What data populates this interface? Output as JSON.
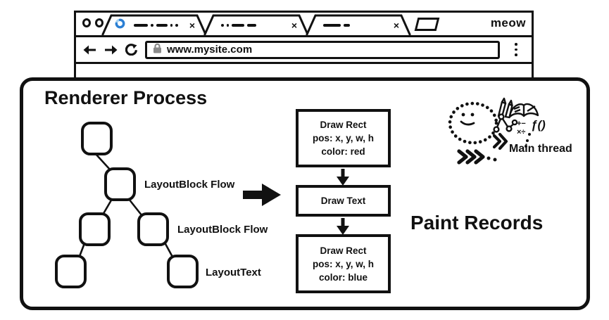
{
  "browser": {
    "brand": "meow",
    "url": "www.mysite.com",
    "tabs": [
      {
        "close": "×"
      },
      {
        "close": "×"
      },
      {
        "close": "×"
      }
    ]
  },
  "diagram": {
    "title": "Renderer Process",
    "tree": {
      "label_level1": "LayoutBlock Flow",
      "label_level2": "LayoutBlock Flow",
      "label_level3": "LayoutText"
    },
    "paint": {
      "title": "Paint Records",
      "box1": {
        "line1": "Draw Rect",
        "line2": "pos: x, y, w, h",
        "line3": "color: red"
      },
      "box2": {
        "line1": "Draw Text"
      },
      "box3": {
        "line1": "Draw Rect",
        "line2": "pos: x, y, w, h",
        "line3": "color: blue"
      }
    },
    "main_thread": {
      "label": "Main thread",
      "math_line1": "+−",
      "math_line2": "×÷",
      "fn_symbol": "ƒ()"
    }
  },
  "colors": {
    "ink": "#111111",
    "spinner_dark": "#2b7fd4",
    "spinner_light": "#a5d2f3",
    "lock_gray": "#8a8a8a"
  }
}
